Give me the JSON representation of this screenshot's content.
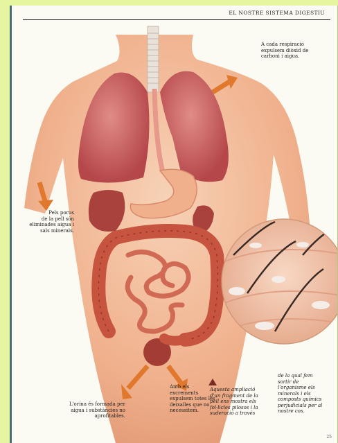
{
  "header": {
    "title": "EL NOSTRE SISTEMA DIGESTIU"
  },
  "captions": {
    "lungs_lines": [
      "A cada respiració",
      "expulsem diòxid de",
      "carboni i aigua."
    ],
    "skin_lines": [
      "Pels porus",
      "de la pell són",
      "eliminades aigua i",
      "sals minerals."
    ],
    "feces_lines": [
      "L'orina és formada per",
      "aigua i substàncies no",
      "aprofitables."
    ],
    "excrement_lines": [
      "Amb els excrements",
      "expulsem totes les",
      "deixalles que no",
      "necessitem."
    ],
    "zoom_lines": [
      "Aquesta ampliació",
      "d'un fragment de la",
      "pell ens mostra els",
      "fol·licles pilosos i la",
      "suderació a través"
    ],
    "zoom_cont_lines": [
      "de la qual fem",
      "sortir de",
      "l'organisme els",
      "minerals i els",
      "composts químics",
      "perjudicials per al",
      "nostre cos."
    ]
  },
  "page_number": "25",
  "colors": {
    "skin": "#f2b896",
    "lung": "#c85a5a",
    "gut": "#c6543f",
    "arrow": "#e0782e"
  }
}
